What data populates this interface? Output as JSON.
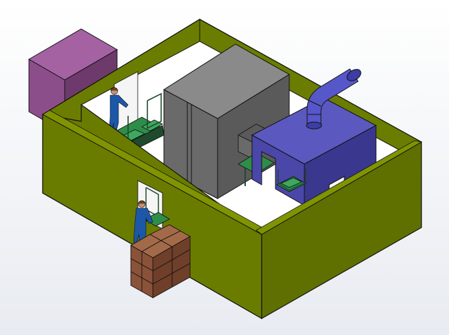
{
  "scene": {
    "background": {
      "top": "#ffffff",
      "bottom": "#e8ebf1"
    },
    "colors": {
      "wall_face": "#6b7d00",
      "wall_front": "#6a7c00",
      "wall_side": "#5f7000",
      "wall_top": "#7f9400",
      "floor": "#ffffff",
      "outline": "#111111",
      "purple_box_front": "#8c4e8a",
      "purple_box_side": "#6d3a6b",
      "purple_box_top": "#a562a3",
      "oven_front": "#6a6a6a",
      "oven_side": "#5a5a5a",
      "oven_top": "#8a8a8a",
      "hood_front": "#4a47a8",
      "hood_side": "#3a378e",
      "hood_top": "#5b58bf",
      "duct": "#5657c9",
      "duct_dark": "#3d3da3",
      "rack_frame": "#1f4a2e",
      "rack_bed": "#2f8d4a",
      "tray": "#3ca860",
      "worker_suit": "#1c57a8",
      "worker_skin": "#c99070",
      "worker_hair": "#7a4a1f",
      "pallet_light": "#a36a4a",
      "pallet_mid": "#8a5238",
      "pallet_dark": "#6f3f2a",
      "window": "#f5f5f5"
    },
    "objects": {
      "enclosure": "room-enclosure",
      "outer_cabinet": "purple-cabinet",
      "center_unit": "gray-oven-unit",
      "booth": "blue-spray-booth",
      "exhaust": "exhaust-duct",
      "conveyors": [
        "conveyor-station-left",
        "conveyor-station-right",
        "conveyor-station-booth"
      ],
      "workers": [
        "worker-back",
        "worker-front"
      ],
      "stack": "box-pallet-stack"
    }
  }
}
